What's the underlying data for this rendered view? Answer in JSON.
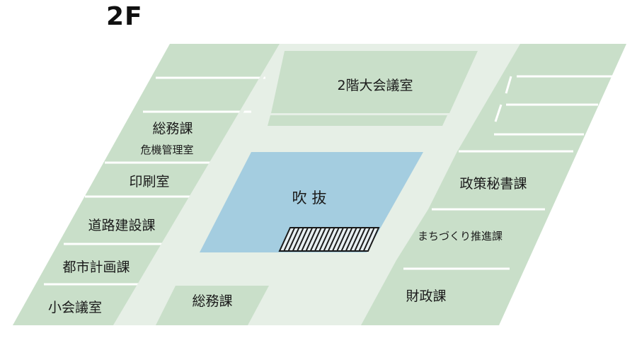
{
  "floor_label": "2F",
  "rooms": {
    "large_hall": "2階大会議室",
    "general_affairs_left": "総務課",
    "crisis_management": "危機管理室",
    "printing": "印刷室",
    "road_construction": "道路建設課",
    "urban_planning": "都市計画課",
    "small_meeting": "小会議室",
    "general_affairs_bottom": "総務課",
    "atrium": "吹 抜",
    "policy_secretary": "政策秘書課",
    "community_promotion": "まちづくり推進課",
    "finance": "財政課"
  },
  "colors": {
    "room_fill": "#c9dfc9",
    "corridor_fill": "#e6efe6",
    "atrium_fill": "#a4cde0",
    "divider": "#ffffff"
  }
}
